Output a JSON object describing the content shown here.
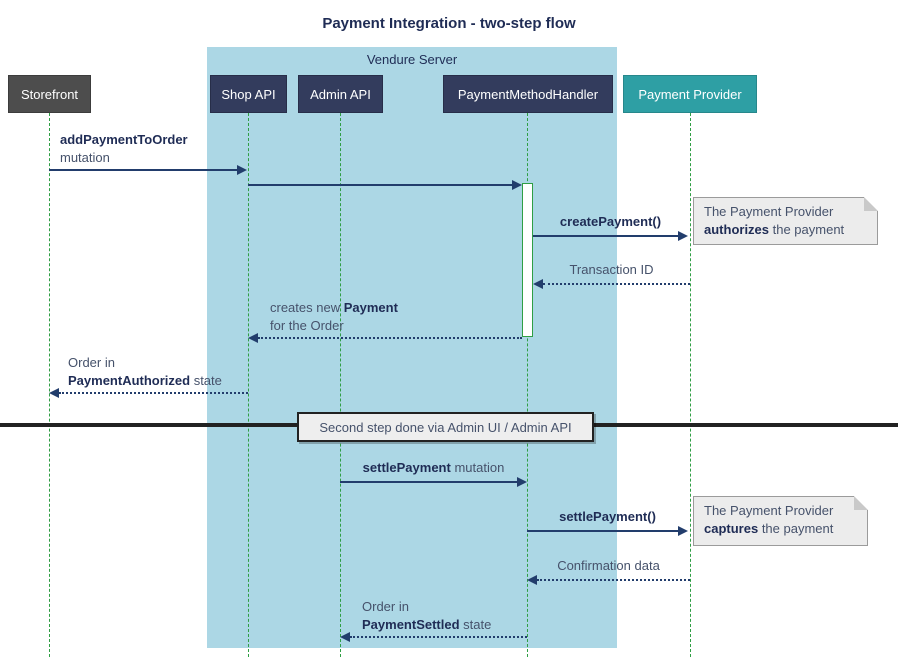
{
  "title": "Payment Integration - two-step flow",
  "colors": {
    "navy": "#333C5D",
    "gray": "#4D4D4D",
    "teal": "#2E9FA4",
    "blue": "#ACD7E5",
    "arrow": "#223D6C",
    "lifeline": "#2F9E44",
    "text_bold": "#1F2C55",
    "text_reg": "#46526B",
    "note_bg": "#ECECEC",
    "note_border": "#9B9B9B",
    "note_fold": "#C9C9C9",
    "divider_bg": "#EEEEEE",
    "divider_border": "#222222"
  },
  "container": {
    "label": "Vendure Server"
  },
  "participants": [
    {
      "id": "storefront",
      "label": "Storefront"
    },
    {
      "id": "shop-api",
      "label": "Shop API"
    },
    {
      "id": "admin-api",
      "label": "Admin API"
    },
    {
      "id": "payment-method-handler",
      "label": "PaymentMethodHandler"
    },
    {
      "id": "payment-provider",
      "label": "Payment Provider"
    }
  ],
  "messages": [
    {
      "label_bold": "addPaymentToOrder",
      "label_line2": "mutation"
    },
    {},
    {
      "label_bold": "createPayment()"
    },
    {
      "label": "Transaction ID"
    },
    {
      "label_pre": "creates new ",
      "label_bold": "Payment",
      "label_line2": "for the Order"
    },
    {
      "label_line1": "Order in",
      "label_bold": "PaymentAuthorized",
      "label_post": " state"
    },
    {
      "label_bold": "settlePayment",
      "label_post": " mutation"
    },
    {
      "label_bold": "settlePayment()"
    },
    {
      "label": "Confirmation data"
    },
    {
      "label_line1": "Order in",
      "label_bold": "PaymentSettled",
      "label_post": " state"
    }
  ],
  "divider": {
    "label": "Second step done via Admin UI / Admin API"
  },
  "notes": [
    {
      "line1": "The Payment Provider",
      "bold": "authorizes",
      "rest": " the payment"
    },
    {
      "line1": "The Payment Provider",
      "bold": "captures",
      "rest": " the payment"
    }
  ]
}
